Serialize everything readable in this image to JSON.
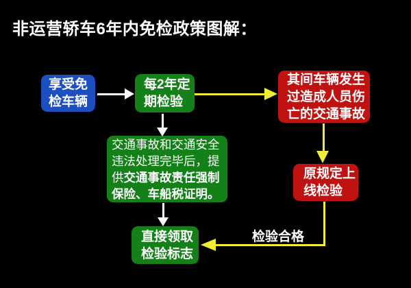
{
  "title": "非运营轿车6年内免检政策图解：",
  "colors": {
    "background": "#000000",
    "box_blue": "#1d4fc0",
    "box_green": "#138018",
    "box_red": "#c11212",
    "arrow_yellow": "#f0ee34",
    "arrow_white": "#ffffff",
    "text": "#ffffff"
  },
  "nodes": {
    "exempt": {
      "line1": "享受免",
      "line2": "检车辆"
    },
    "biennial": {
      "line1": "每2年定",
      "line2": "期检验"
    },
    "accident": {
      "line1": "其间车辆发生",
      "line2": "过造成人员伤",
      "line3": "亡的交通事故"
    },
    "handling": {
      "line1": "交通事故和交通安全",
      "line2": "违法处理完毕后，提",
      "line3_prefix": "供",
      "line3_bold": "交通事故责任强制",
      "line4_bold": "保险、车船税证明。"
    },
    "online": {
      "line1": "原规定上",
      "line2": "线检验"
    },
    "receive": {
      "line1": "直接领取",
      "line2": "检验标志"
    }
  },
  "labels": {
    "pass": "检验合格"
  }
}
